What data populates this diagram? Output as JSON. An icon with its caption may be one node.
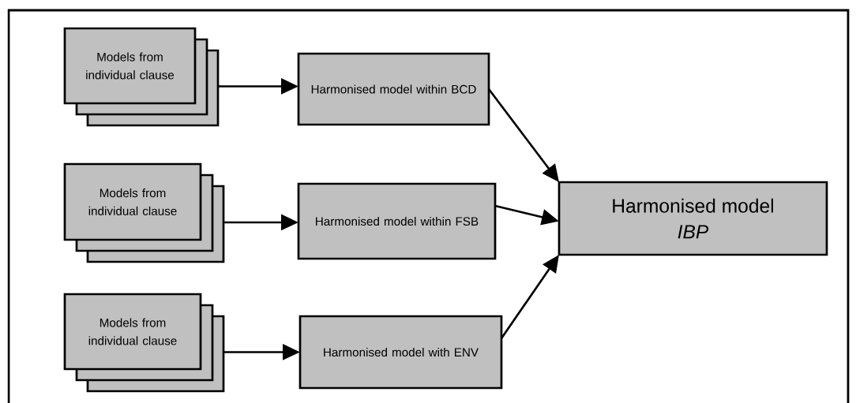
{
  "diagram": {
    "nodes": [
      {
        "text": [
          "Models from individual clause"
        ]
      },
      {
        "text": [
          "Models from individual clause"
        ]
      },
      {
        "text": [
          "Models from individual clause"
        ]
      },
      {
        "text": [
          "Harmonised model within BCD"
        ]
      },
      {
        "text": [
          "Harmonised model within FSB"
        ]
      },
      {
        "text": [
          "Harmonised model with ENV"
        ]
      },
      {
        "text": [
          "Harmonised model",
          "IBP"
        ]
      }
    ],
    "edges": [
      {
        "from": 0,
        "to": 3,
        "arrow": "to"
      },
      {
        "from": 1,
        "to": 4,
        "arrow": "to"
      },
      {
        "from": 2,
        "to": 5,
        "arrow": "to"
      },
      {
        "from": 3,
        "to": 6,
        "arrow": "to"
      },
      {
        "from": 4,
        "to": 6,
        "arrow": "to"
      },
      {
        "from": 5,
        "to": 6,
        "arrow": "to"
      }
    ]
  }
}
